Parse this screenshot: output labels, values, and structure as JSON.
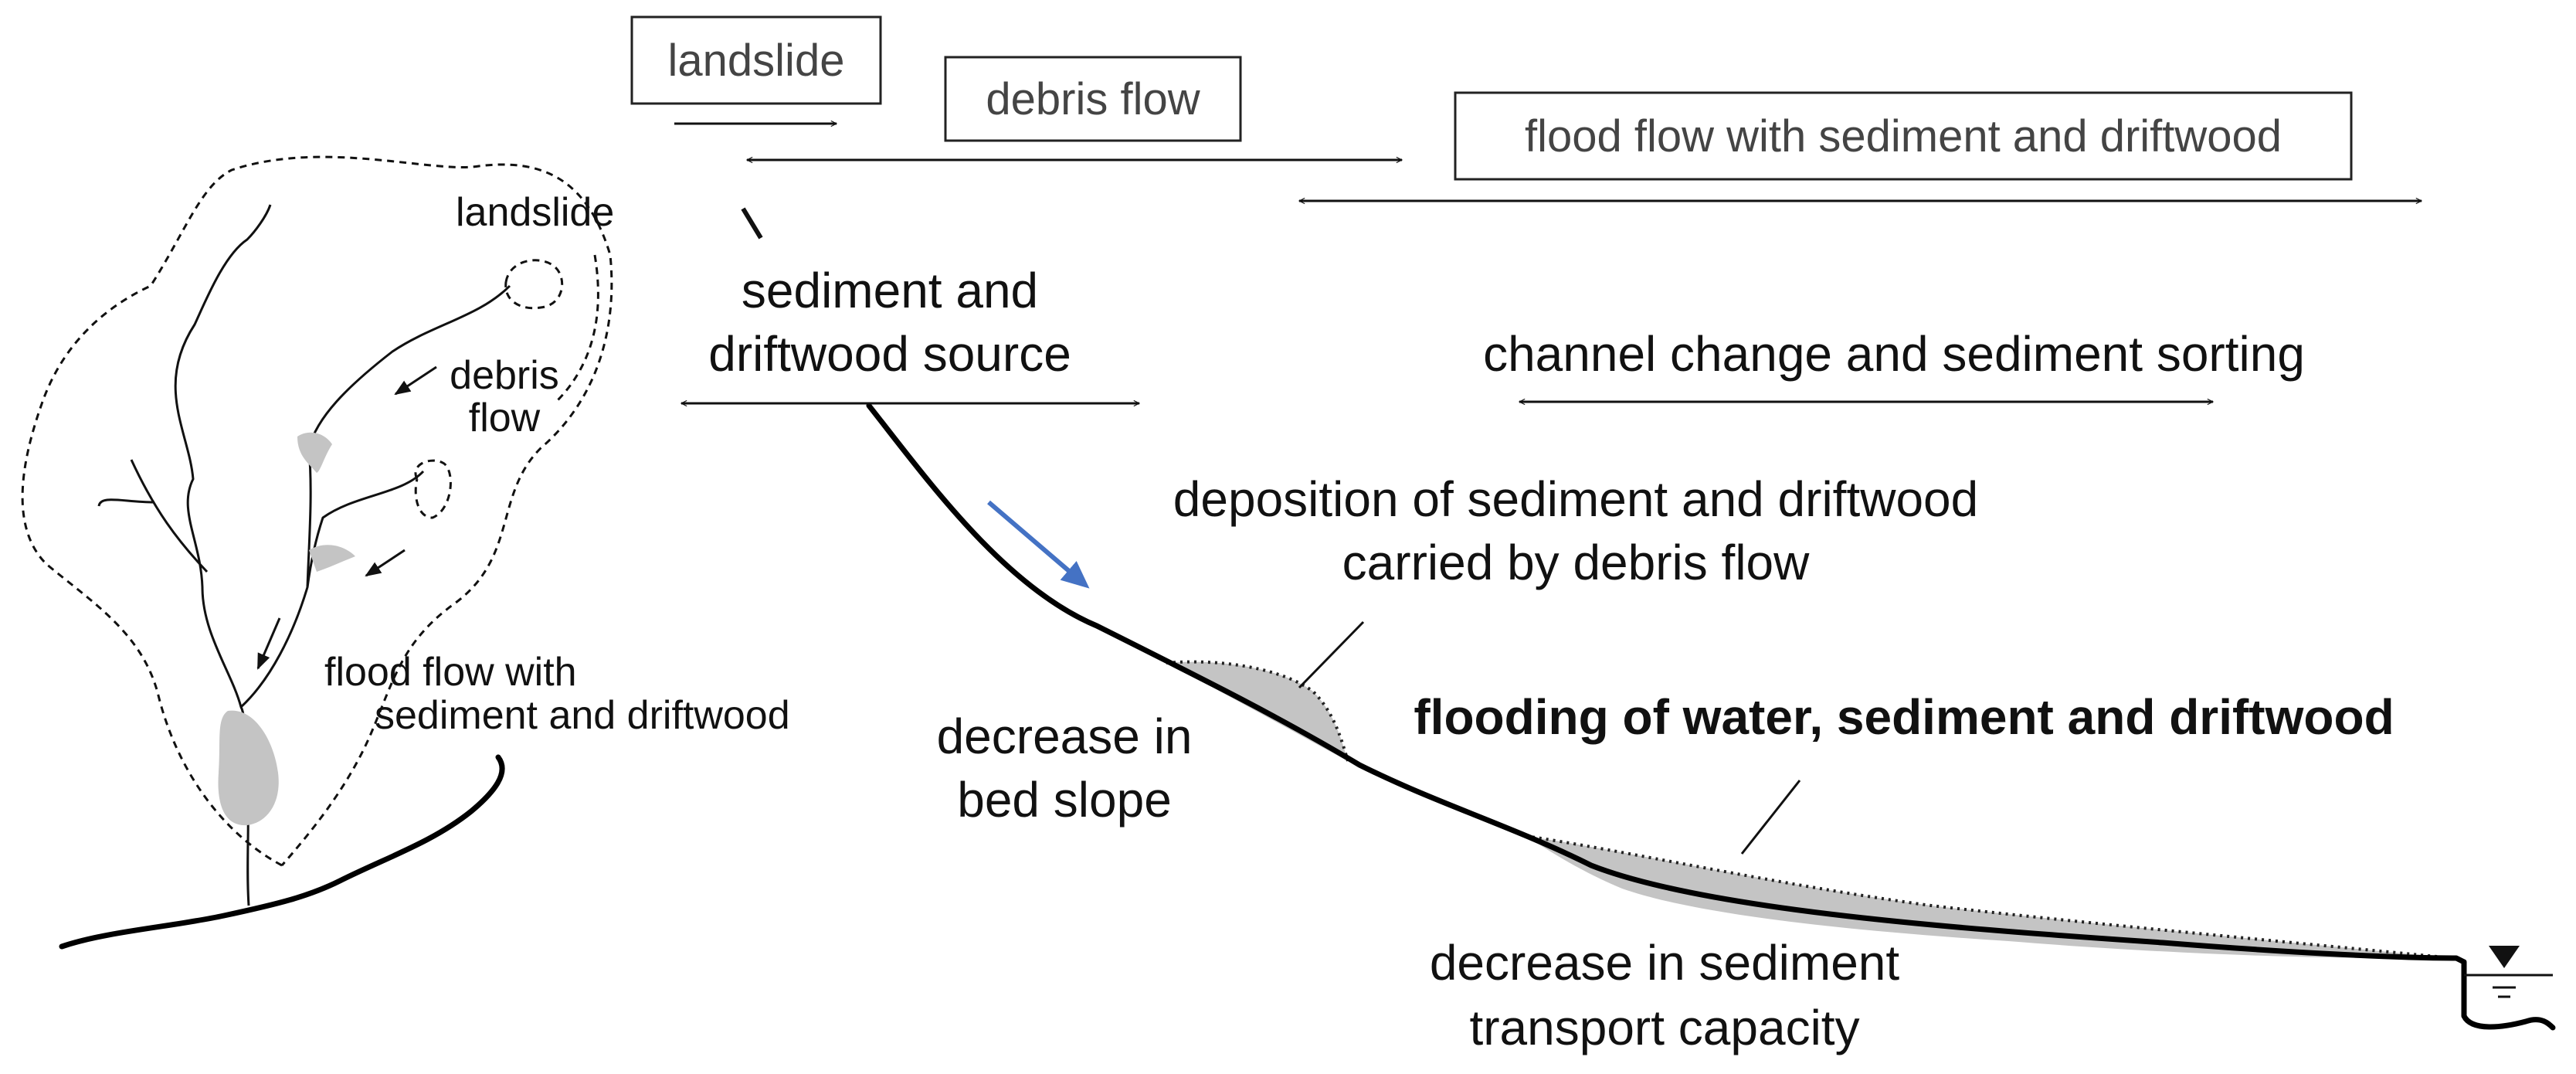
{
  "range_boxes": {
    "landslide": "landslide",
    "debris_flow": "debris flow",
    "flood_flow": "flood flow with sediment and driftwood"
  },
  "catchment": {
    "landslide": "landslide",
    "debris_line1": "debris",
    "debris_line2": "flow",
    "flood_line1": "flood flow with",
    "flood_line2": "sediment and driftwood"
  },
  "profile": {
    "source_line1": "sediment and",
    "source_line2": "driftwood source",
    "channel_change": "channel change and sediment sorting",
    "deposition_line1": "deposition of sediment and driftwood",
    "deposition_line2": "carried by debris flow",
    "bed_slope_line1": "decrease in",
    "bed_slope_line2": "bed slope",
    "flooding": "flooding of water, sediment and driftwood",
    "capacity_line1": "decrease in sediment",
    "capacity_line2": "transport capacity"
  },
  "colors": {
    "flow_arrow": "#4472c4",
    "deposit": "#c4c4c4"
  },
  "icons": [
    "water-level-icon",
    "flow-direction-arrow-icon"
  ]
}
